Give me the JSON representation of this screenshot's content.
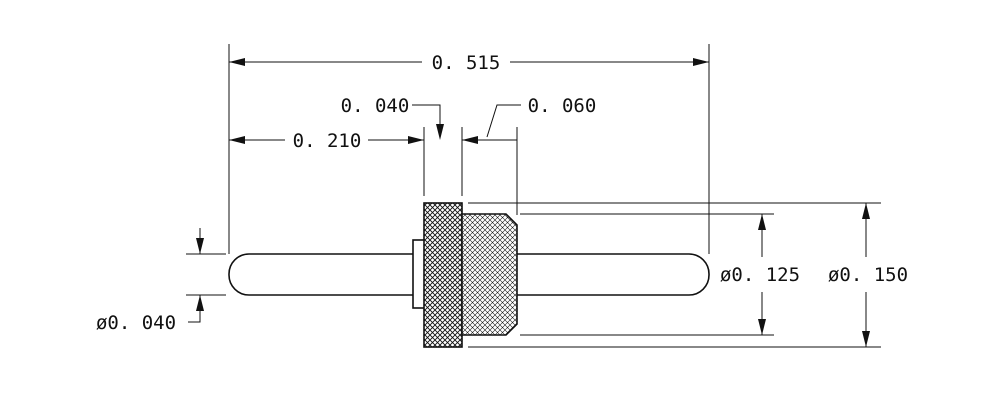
{
  "drawing": {
    "dimensions": {
      "overall_length": "0. 515",
      "pin_length": "0. 210",
      "flange_width": "0. 040",
      "knurl_width": "0. 060",
      "pin_diameter": "ø0. 040",
      "body_diameter": "ø0. 125",
      "flange_diameter": "ø0. 150"
    }
  }
}
